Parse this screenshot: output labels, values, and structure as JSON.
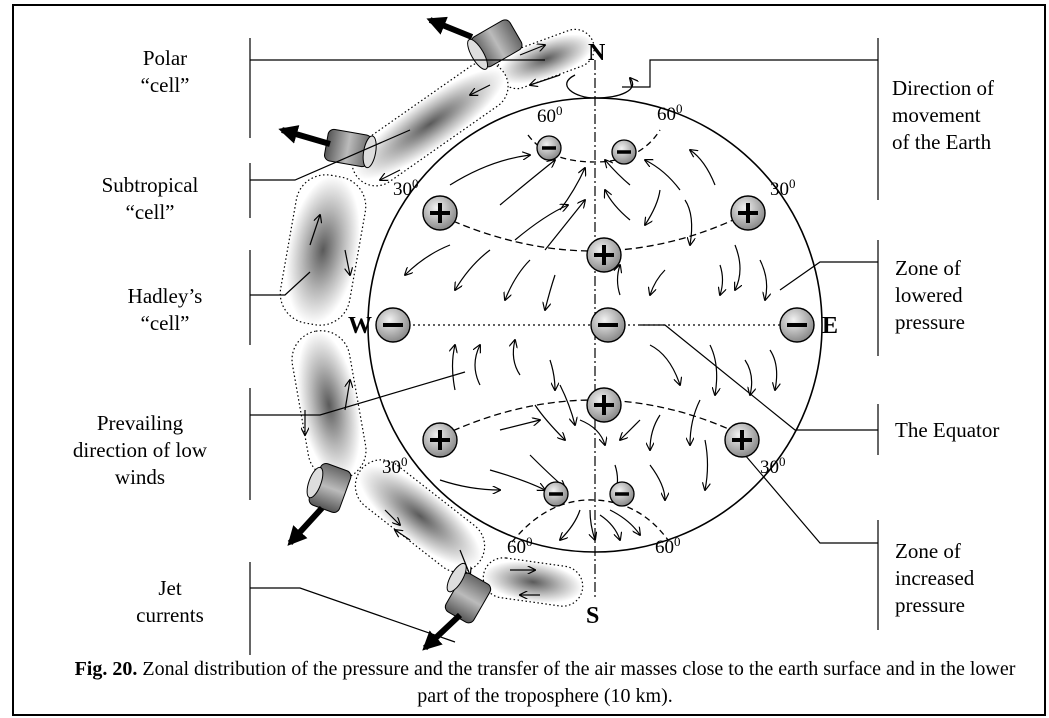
{
  "labels": {
    "polar_cell": "Polar\n“cell”",
    "subtropical_cell": "Subtropical\n“cell”",
    "hadley_cell": "Hadley’s\n“cell”",
    "prevailing_winds": "Prevailing\ndirection of low\nwinds",
    "jet_currents": "Jet\ncurrents",
    "earth_movement": "Direction of\nmovement\nof the Earth",
    "lowered_pressure": "Zone of\nlowered\npressure",
    "equator": "The Equator",
    "increased_pressure": "Zone of\nincreased\npressure"
  },
  "poles": {
    "north": "N",
    "south": "S",
    "west": "W",
    "east": "E"
  },
  "latitude": {
    "value": "60",
    "value30": "30",
    "unit": "0"
  },
  "caption": {
    "fig": "Fig. 20.",
    "text": "Zonal distribution of the pressure and the transfer of the air masses close to the earth surface and in the lower part of the troposphere (10 km)."
  }
}
